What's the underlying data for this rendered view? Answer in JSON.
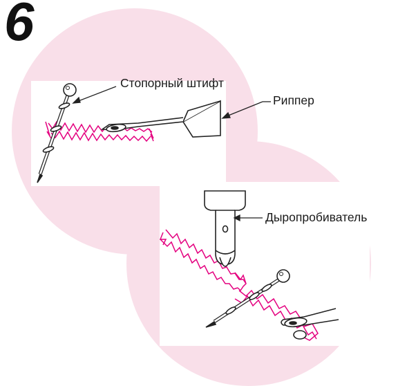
{
  "step": {
    "number": "6"
  },
  "labels": {
    "stop_pin": "Стопорный штифт",
    "ripper": "Риппер",
    "hole_punch": "Дыропробиватель"
  },
  "colors": {
    "circle_fill": "#f9dfe9",
    "stitch_magenta": "#e4007f",
    "line": "#222222"
  }
}
